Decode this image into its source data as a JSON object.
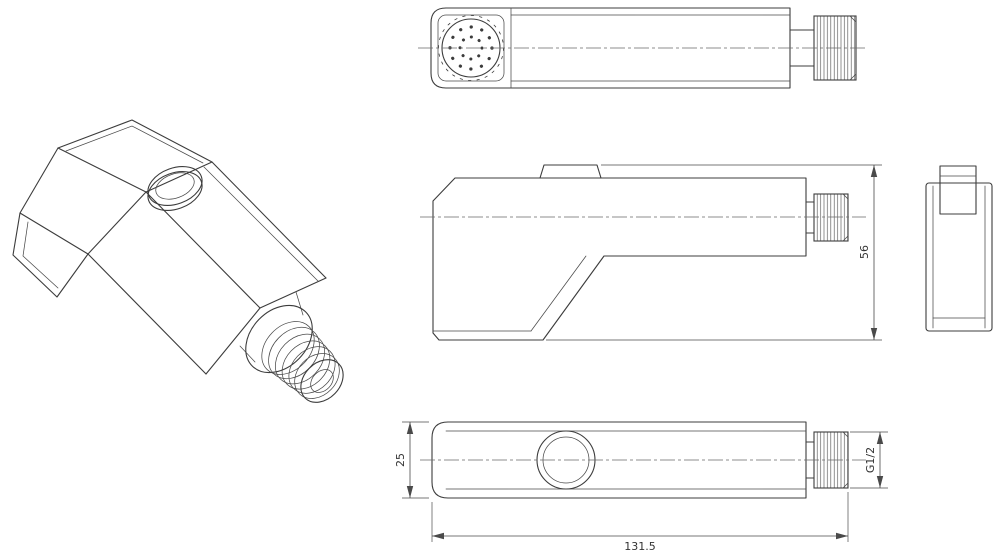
{
  "drawing": {
    "colors": {
      "background": "#ffffff",
      "line": "#3c3c3c",
      "dimension": "#4a4a4a",
      "text": "#333333"
    }
  },
  "dimensions": {
    "overall_height": "56",
    "body_width": "25",
    "overall_length": "131.5",
    "thread_size": "G1/2"
  }
}
